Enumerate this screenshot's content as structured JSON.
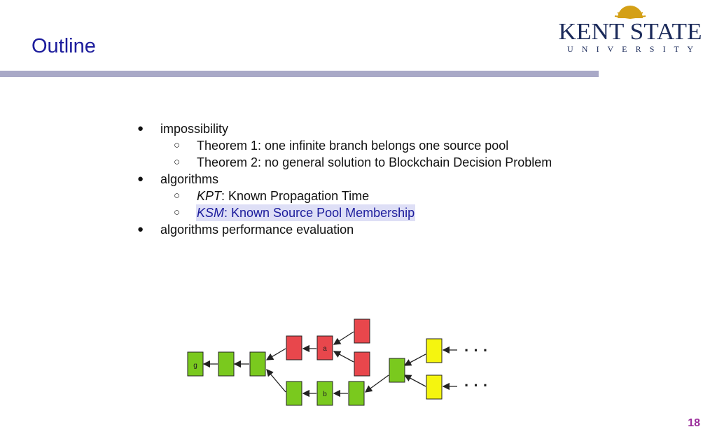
{
  "slide": {
    "title": "Outline",
    "page_number": "18"
  },
  "logo": {
    "line1": "KENT STATE",
    "line2": "U N I V E R S I T Y",
    "colors": {
      "navy": "#1b2a5a",
      "gold": "#d4a017"
    }
  },
  "bullets": [
    {
      "level": 1,
      "marker": "●",
      "text": "impossibility"
    },
    {
      "level": 2,
      "marker": "○",
      "text": "Theorem 1: one infinite branch belongs one source pool"
    },
    {
      "level": 2,
      "marker": "○",
      "text": "Theorem 2: no general solution to Blockchain Decision Problem"
    },
    {
      "level": 1,
      "marker": "●",
      "text": "algorithms"
    },
    {
      "level": 2,
      "marker": "○",
      "abbr": "KPT",
      "text": ": Known Propagation Time"
    },
    {
      "level": 2,
      "marker": "○",
      "abbr": "KSM",
      "text": ": Known Source Pool Membership",
      "highlighted": true
    },
    {
      "level": 1,
      "marker": "●",
      "text": "algorithms performance evaluation"
    }
  ],
  "diagram": {
    "block_labels": {
      "genesis": "g",
      "a": "a",
      "b": "b"
    },
    "ellipsis": "· · ·",
    "colors": {
      "green": "#7ac91e",
      "red": "#e8474c",
      "yellow": "#f5f50f",
      "stroke": "#222222"
    }
  }
}
